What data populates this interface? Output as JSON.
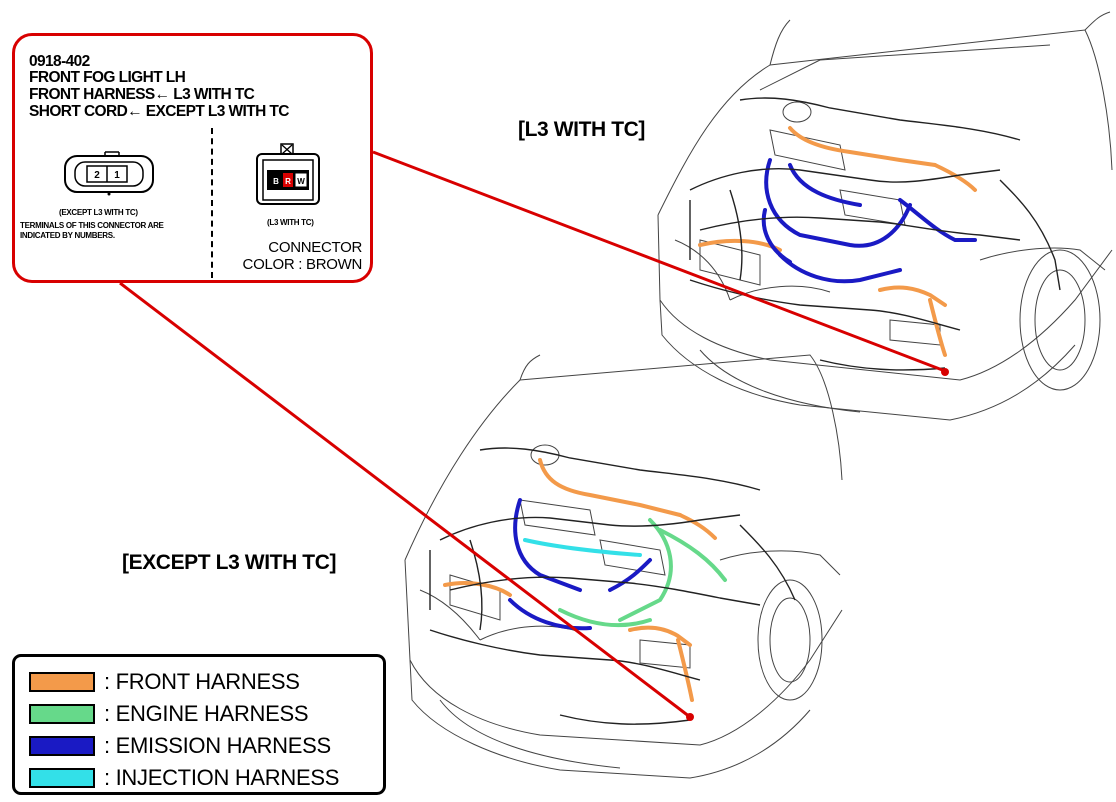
{
  "callout": {
    "code": "0918-402",
    "lines": [
      "FRONT FOG LIGHT LH",
      "FRONT HARNESS← L3 WITH TC",
      "SHORT CORD← EXCEPT L3 WITH TC"
    ],
    "left_connector": {
      "pins": [
        "2",
        "1"
      ],
      "variant_label": "(EXCEPT L3 WITH TC)",
      "note_line1": "TERMINALS OF THIS CONNECTOR ARE",
      "note_line2": "INDICATED BY NUMBERS."
    },
    "right_connector": {
      "pins": [
        "B",
        "R",
        "W"
      ],
      "variant_label": "(L3 WITH TC)"
    },
    "connector_color_line1": "CONNECTOR",
    "connector_color_line2": "COLOR : BROWN"
  },
  "views": {
    "top_label": "[L3 WITH TC]",
    "bottom_label": "[EXCEPT L3 WITH TC]"
  },
  "legend": {
    "items": [
      {
        "label": ": FRONT HARNESS",
        "color": "#f39a4a"
      },
      {
        "label": ": ENGINE HARNESS",
        "color": "#66d98a"
      },
      {
        "label": ": EMISSION HARNESS",
        "color": "#1a1ac4"
      },
      {
        "label": ": INJECTION HARNESS",
        "color": "#33e0e8"
      }
    ]
  },
  "colors": {
    "pointer_red": "#d80000",
    "front": "#f39a4a",
    "engine": "#66d98a",
    "emission": "#1a1ac4",
    "injection": "#33e0e8"
  }
}
